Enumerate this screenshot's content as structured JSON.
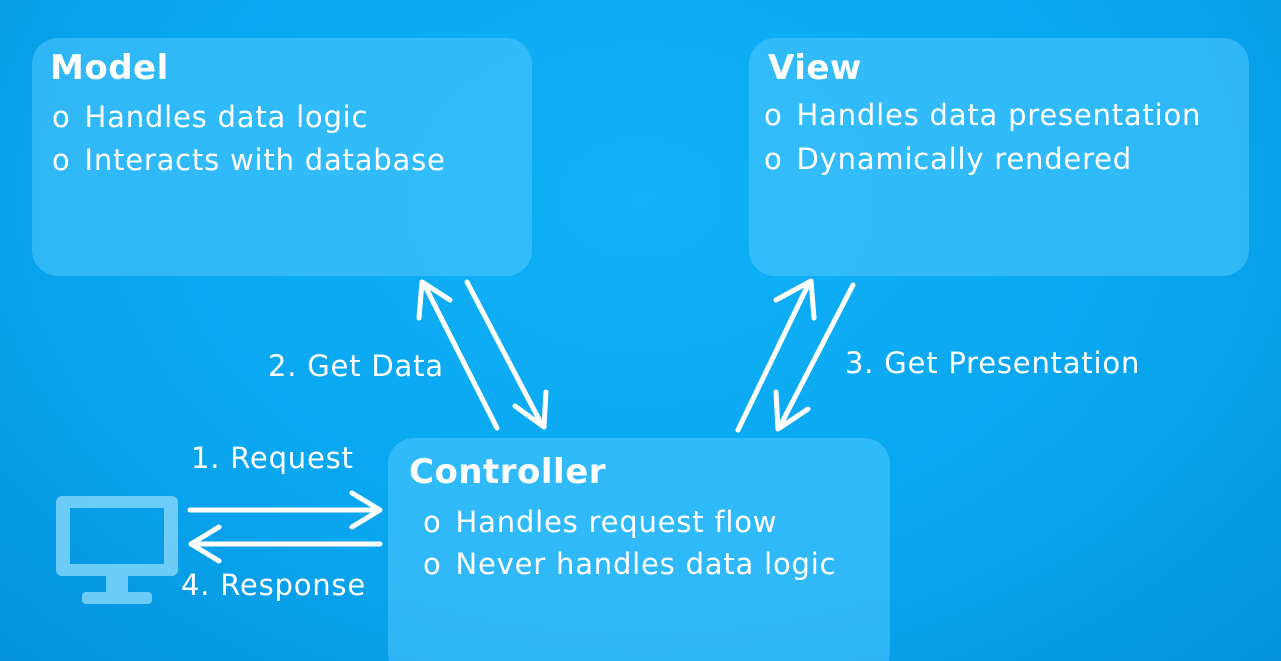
{
  "model": {
    "title": "Model",
    "bullet_mark": "o",
    "bullets": [
      "Handles data logic",
      "Interacts with database"
    ]
  },
  "view": {
    "title": "View",
    "bullet_mark": "o",
    "bullets": [
      "Handles data presentation",
      "Dynamically rendered"
    ]
  },
  "controller": {
    "title": "Controller",
    "bullet_mark": "o",
    "bullets": [
      "Handles request flow",
      "Never handles data logic"
    ]
  },
  "flows": {
    "request": "1. Request",
    "get_data": "2. Get Data",
    "get_presentation": "3. Get Presentation",
    "response": "4. Response"
  },
  "colors": {
    "background": "#0aa7f1",
    "box_fill": "#50c8ff",
    "arrow": "#ffffff",
    "computer_icon": "#7fd4fb"
  },
  "icons": {
    "client": "computer-monitor-icon"
  }
}
